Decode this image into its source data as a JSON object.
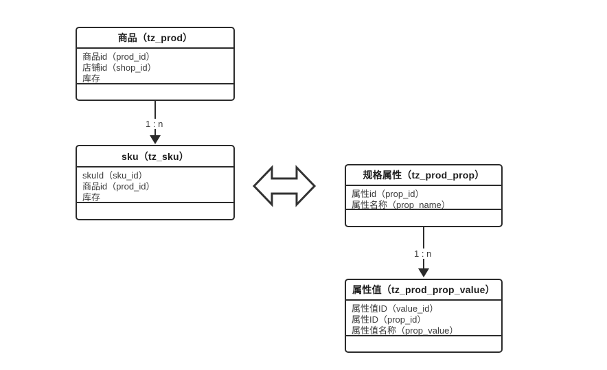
{
  "diagram": {
    "type": "er-class-diagram",
    "background_color": "#ffffff",
    "line_color": "#2b2b2b",
    "entities": [
      {
        "id": "prod",
        "title": "商品（tz_prod）",
        "fields": [
          "商品id（prod_id）",
          "店铺id（shop_id）",
          "库存"
        ],
        "methods": []
      },
      {
        "id": "sku",
        "title": "sku（tz_sku）",
        "fields": [
          "skuId（sku_id）",
          "商品id（prod_id）",
          "库存"
        ],
        "methods": []
      },
      {
        "id": "prop",
        "title": "规格属性（tz_prod_prop）",
        "fields": [
          "属性id（prop_id）",
          "属性名称（prop_name）"
        ],
        "methods": []
      },
      {
        "id": "prop_value",
        "title": "属性值（tz_prod_prop_value）",
        "fields": [
          "属性值ID（value_id）",
          "属性ID（prop_id）",
          "属性值名称（prop_value）"
        ],
        "methods": []
      }
    ],
    "connectors": [
      {
        "id": "prod-to-sku",
        "from": "prod",
        "to": "sku",
        "label": "1 : n",
        "style": "solid-arrow-down"
      },
      {
        "id": "prop-to-prop-value",
        "from": "prop",
        "to": "prop_value",
        "label": "1 : n",
        "style": "solid-arrow-down"
      },
      {
        "id": "sku-to-prop",
        "from": "sku",
        "to": "prop",
        "label": "",
        "style": "double-headed-block-arrow"
      }
    ]
  }
}
